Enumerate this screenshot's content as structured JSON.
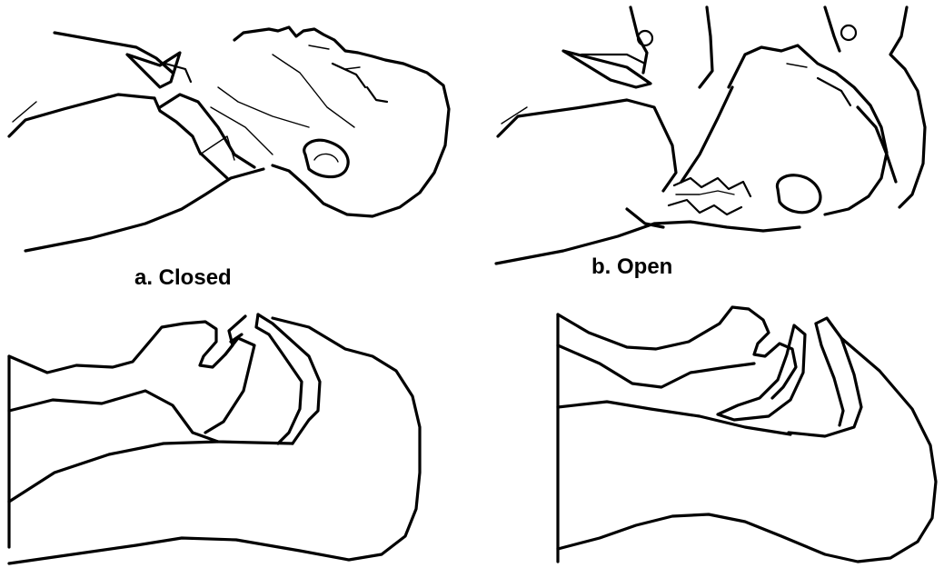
{
  "captions": {
    "closed": "a. Closed",
    "open": "b. Open"
  },
  "panels": [
    {
      "id": "closed-head-illustration",
      "icon": "head-tilted-closed-airway-icon"
    },
    {
      "id": "open-head-illustration",
      "icon": "head-tilt-chin-lift-open-airway-icon"
    },
    {
      "id": "closed-airway-cross-section",
      "icon": "airway-cross-section-closed-icon"
    },
    {
      "id": "open-airway-cross-section",
      "icon": "airway-cross-section-open-icon"
    }
  ],
  "colors": {
    "line": "#000000",
    "background": "#ffffff"
  }
}
